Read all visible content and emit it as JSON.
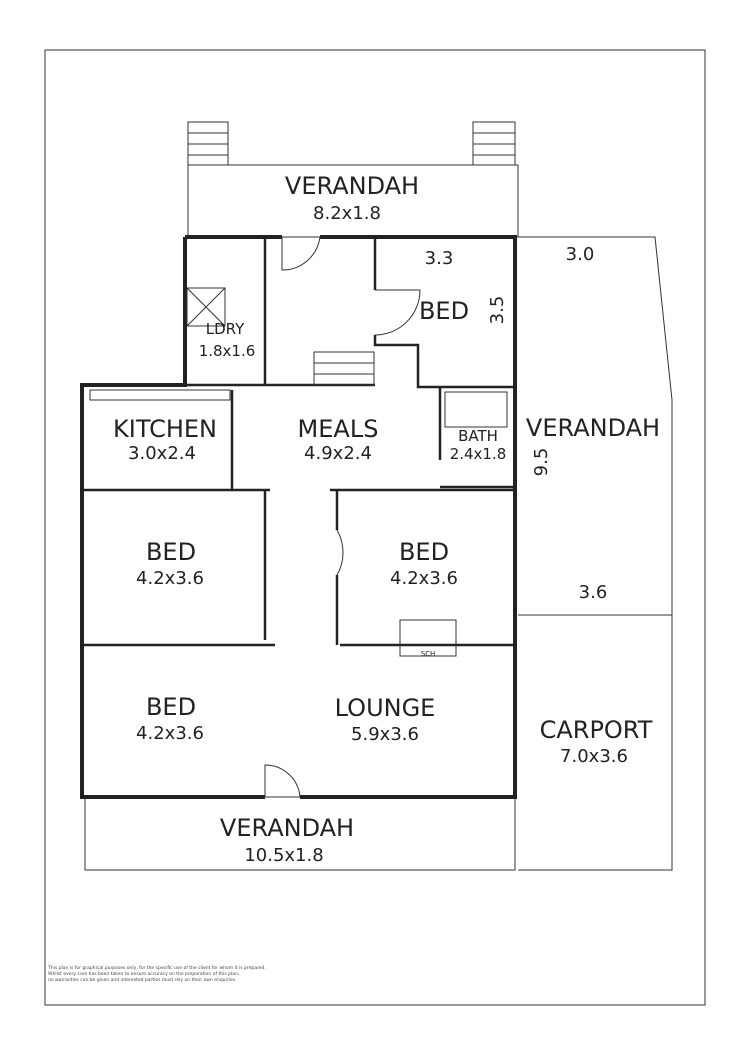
{
  "rooms": {
    "verandah_top": {
      "name": "VERANDAH",
      "size": "8.2x1.8"
    },
    "ldry": {
      "name": "LDRY",
      "size": "1.8x1.6"
    },
    "bed_top": {
      "name": "BED",
      "width": "3.3",
      "depth": "3.5"
    },
    "kitchen": {
      "name": "KITCHEN",
      "size": "3.0x2.4"
    },
    "meals": {
      "name": "MEALS",
      "size": "4.9x2.4"
    },
    "bath": {
      "name": "BATH",
      "size": "2.4x1.8"
    },
    "verandah_side": {
      "name": "VERANDAH",
      "width_top": "3.0",
      "length": "9.5",
      "width_bottom": "3.6"
    },
    "bed_left": {
      "name": "BED",
      "size": "4.2x3.6"
    },
    "bed_mid": {
      "name": "BED",
      "size": "4.2x3.6"
    },
    "bed_bottom": {
      "name": "BED",
      "size": "4.2x3.6"
    },
    "lounge": {
      "name": "LOUNGE",
      "size": "5.9x3.6"
    },
    "carport": {
      "name": "CARPORT",
      "size": "7.0x3.6"
    },
    "verandah_bottom": {
      "name": "VERANDAH",
      "size": "10.5x1.8"
    }
  },
  "fixtures": {
    "heater": "SCH"
  },
  "disclaimer": [
    "This plan is for graphical purposes only, for the specific use of the client for whom it is prepared.",
    "Whilst every care has been taken to ensure accuracy on the preparation of this plan,",
    "no warranties can be given and interested parties must rely on their own enquiries."
  ]
}
